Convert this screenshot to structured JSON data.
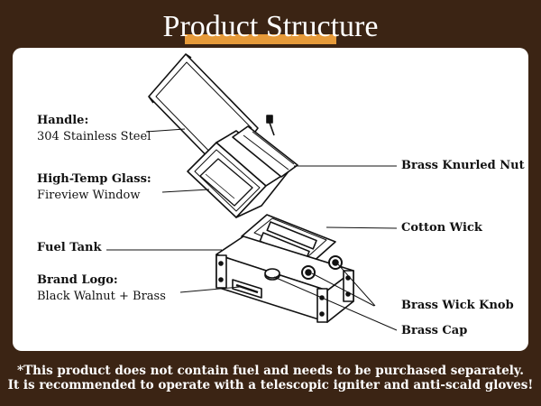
{
  "title": "Product Structure",
  "accent_color": "#e69a39",
  "background_color": "#3b2414",
  "labels": {
    "handle": {
      "head": "Handle:",
      "sub": "304 Stainless Steel"
    },
    "glass": {
      "head": "High-Temp Glass:",
      "sub": "Fireview Window"
    },
    "fuel_tank": "Fuel Tank",
    "logo": {
      "head": "Brand Logo:",
      "sub": "Black Walnut + Brass"
    },
    "knurled_nut": "Brass Knurled Nut",
    "cotton_wick": "Cotton Wick",
    "wick_knob": "Brass Wick Knob",
    "cap": "Brass Cap"
  },
  "notes": {
    "line1": "*This product does not contain fuel and needs to be purchased separately.",
    "line2": "It is recommended to operate with a telescopic igniter and anti-scald gloves!"
  }
}
